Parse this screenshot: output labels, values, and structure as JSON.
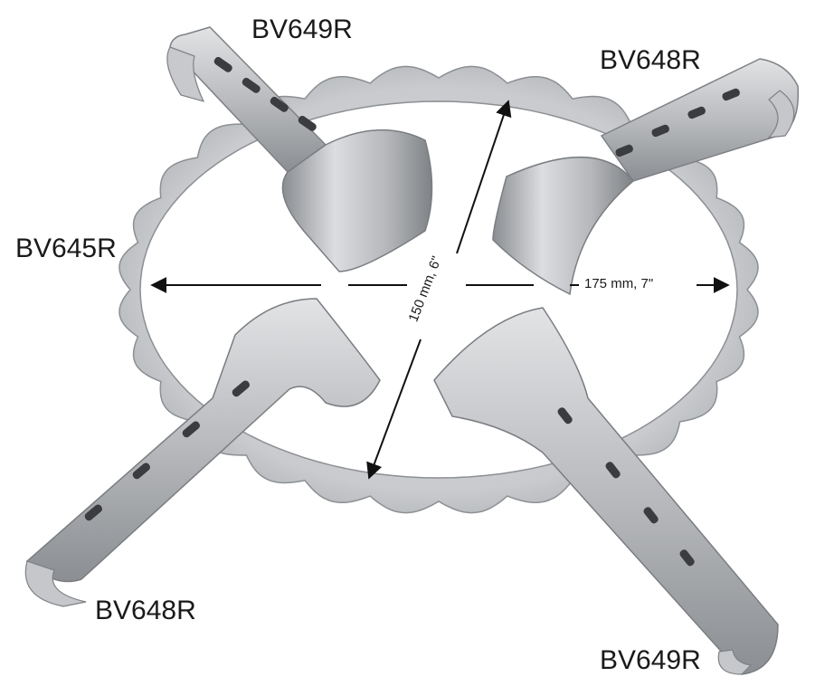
{
  "image": {
    "subject": "surgical-retractor-set",
    "colors": {
      "background": "#ffffff",
      "steel_light": "#d9dadc",
      "steel_mid": "#b3b5b8",
      "steel_dark": "#7c7f83",
      "text": "#1a1a1a"
    }
  },
  "labels": {
    "top_left": "BV649R",
    "top_right": "BV648R",
    "ring": "BV645R",
    "bottom_left": "BV648R",
    "bottom_right": "BV649R"
  },
  "dimensions": {
    "horizontal": "175 mm, 7\"",
    "vertical": "150 mm, 6\""
  }
}
